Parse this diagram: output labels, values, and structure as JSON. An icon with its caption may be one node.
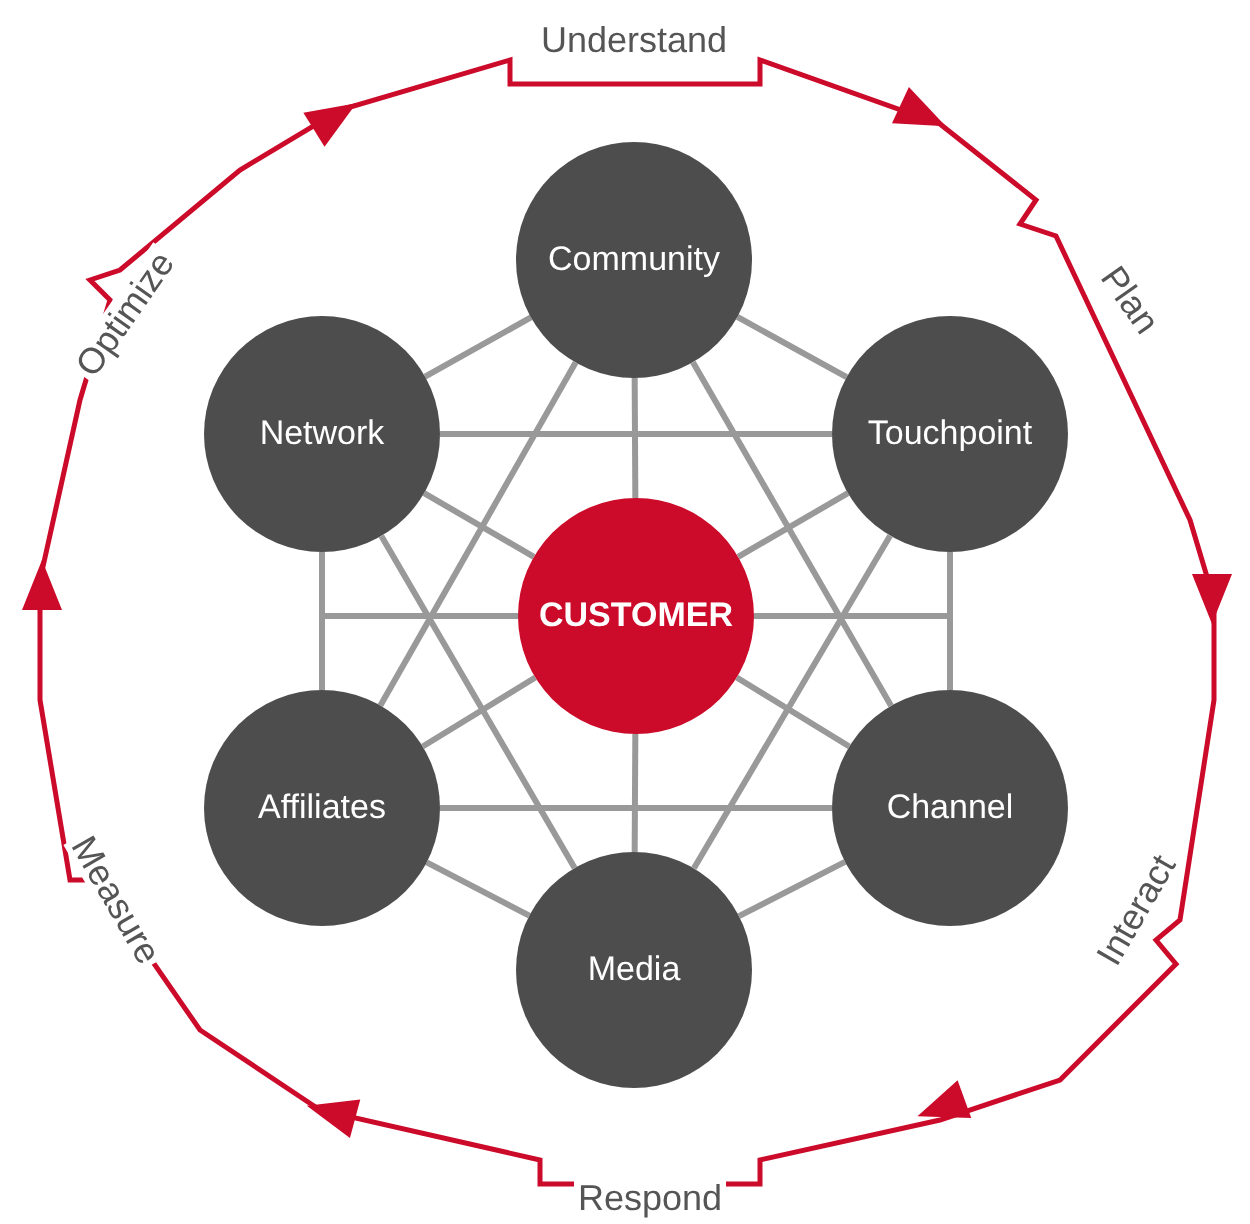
{
  "diagram": {
    "nodes": [
      {
        "text": [
          "Community"
        ]
      },
      {
        "text": [
          "Network"
        ]
      },
      {
        "text": [
          "Touchpoint"
        ]
      },
      {
        "text": [
          "CUSTOMER"
        ]
      },
      {
        "text": [
          "Affiliates"
        ]
      },
      {
        "text": [
          "Channel"
        ]
      },
      {
        "text": [
          "Media"
        ]
      }
    ],
    "edges": [
      {
        "from": 0,
        "to": 1,
        "arrow": "none"
      },
      {
        "from": 0,
        "to": 2,
        "arrow": "none"
      },
      {
        "from": 1,
        "to": 2,
        "arrow": "none"
      },
      {
        "from": 1,
        "to": 4,
        "arrow": "none"
      },
      {
        "from": 2,
        "to": 5,
        "arrow": "none"
      },
      {
        "from": 4,
        "to": 5,
        "arrow": "none"
      },
      {
        "from": 4,
        "to": 6,
        "arrow": "none"
      },
      {
        "from": 5,
        "to": 6,
        "arrow": "none"
      },
      {
        "from": 0,
        "to": 4,
        "arrow": "none"
      },
      {
        "from": 0,
        "to": 5,
        "arrow": "none"
      },
      {
        "from": 1,
        "to": 6,
        "arrow": "none"
      },
      {
        "from": 2,
        "to": 6,
        "arrow": "none"
      },
      {
        "from": 3,
        "to": 0,
        "arrow": "none"
      },
      {
        "from": 3,
        "to": 1,
        "arrow": "none"
      },
      {
        "from": 3,
        "to": 2,
        "arrow": "none"
      },
      {
        "from": 3,
        "to": 4,
        "arrow": "none"
      },
      {
        "from": 3,
        "to": 5,
        "arrow": "none"
      },
      {
        "from": 3,
        "to": 6,
        "arrow": "none"
      },
      {
        "from": 3,
        "to": 1,
        "arrow": "none"
      },
      {
        "from": 3,
        "to": 4,
        "arrow": "none"
      },
      {
        "from": 3,
        "to": 2,
        "arrow": "none"
      },
      {
        "from": 3,
        "to": 5,
        "arrow": "none"
      }
    ],
    "labels": [
      "Understand",
      "Optimize",
      "Plan",
      "Measure",
      "Interact",
      "Respond"
    ]
  }
}
